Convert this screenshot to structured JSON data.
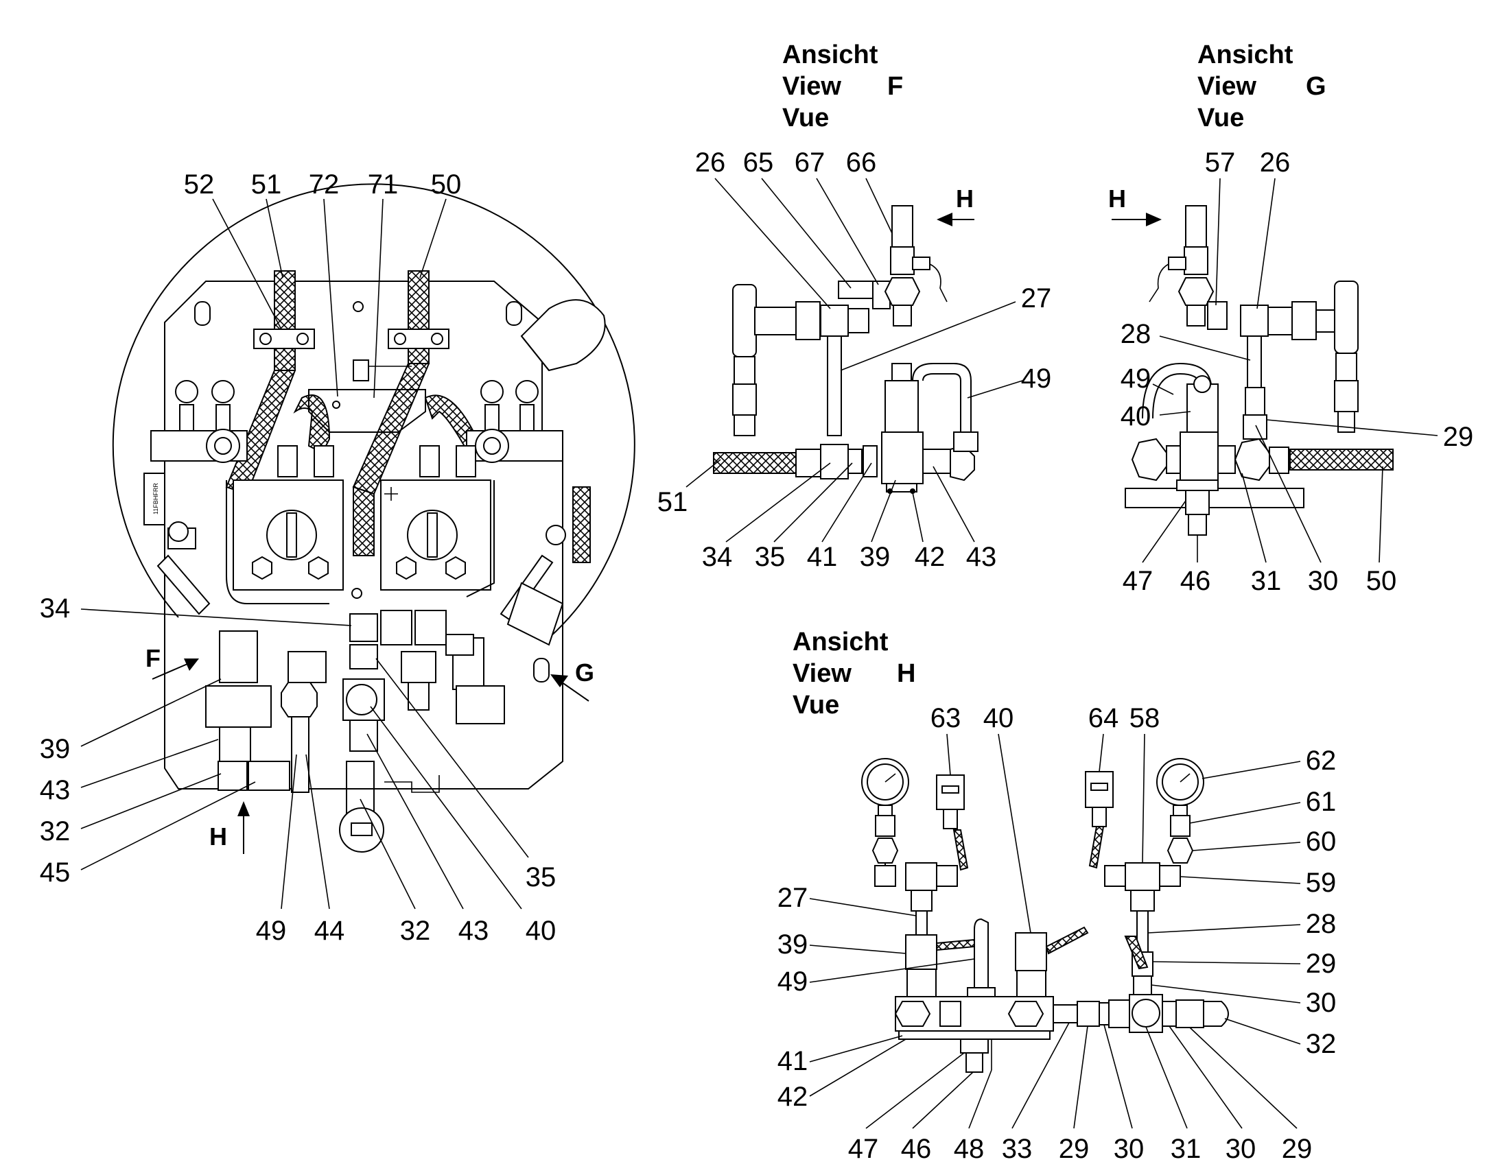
{
  "views": {
    "f": {
      "l1": "Ansicht",
      "l2": "View",
      "l3": "Vue",
      "letter": "F"
    },
    "g": {
      "l1": "Ansicht",
      "l2": "View",
      "l3": "Vue",
      "letter": "G"
    },
    "h": {
      "l1": "Ansicht",
      "l2": "View",
      "l3": "Vue",
      "letter": "H"
    }
  },
  "arrows": {
    "F": "F",
    "G": "G",
    "H_main": "H",
    "H_f": "H",
    "H_g": "H"
  },
  "main": {
    "top": [
      "52",
      "51",
      "72",
      "71",
      "50"
    ],
    "left": [
      "34",
      "39",
      "43",
      "32",
      "45"
    ],
    "bottom": [
      "49",
      "44",
      "32",
      "43",
      "40"
    ],
    "right": [
      "35"
    ],
    "plate": "11FBHFRR"
  },
  "view_f": {
    "top": [
      "26",
      "65",
      "67",
      "66"
    ],
    "right": [
      "27",
      "49"
    ],
    "left": [
      "51"
    ],
    "bottom": [
      "34",
      "35",
      "41",
      "39",
      "42",
      "43"
    ]
  },
  "view_g": {
    "top": [
      "57",
      "26"
    ],
    "left": [
      "28",
      "49",
      "40"
    ],
    "right": [
      "29"
    ],
    "bottom": [
      "47",
      "46",
      "31",
      "30",
      "50"
    ]
  },
  "view_h": {
    "top": [
      "63",
      "40",
      "64",
      "58"
    ],
    "left": [
      "27",
      "39",
      "49",
      "41",
      "42"
    ],
    "right": [
      "62",
      "61",
      "60",
      "59",
      "28",
      "29",
      "30",
      "32"
    ],
    "bottom": [
      "47",
      "46",
      "48",
      "33",
      "29",
      "30",
      "31",
      "30",
      "29"
    ]
  }
}
